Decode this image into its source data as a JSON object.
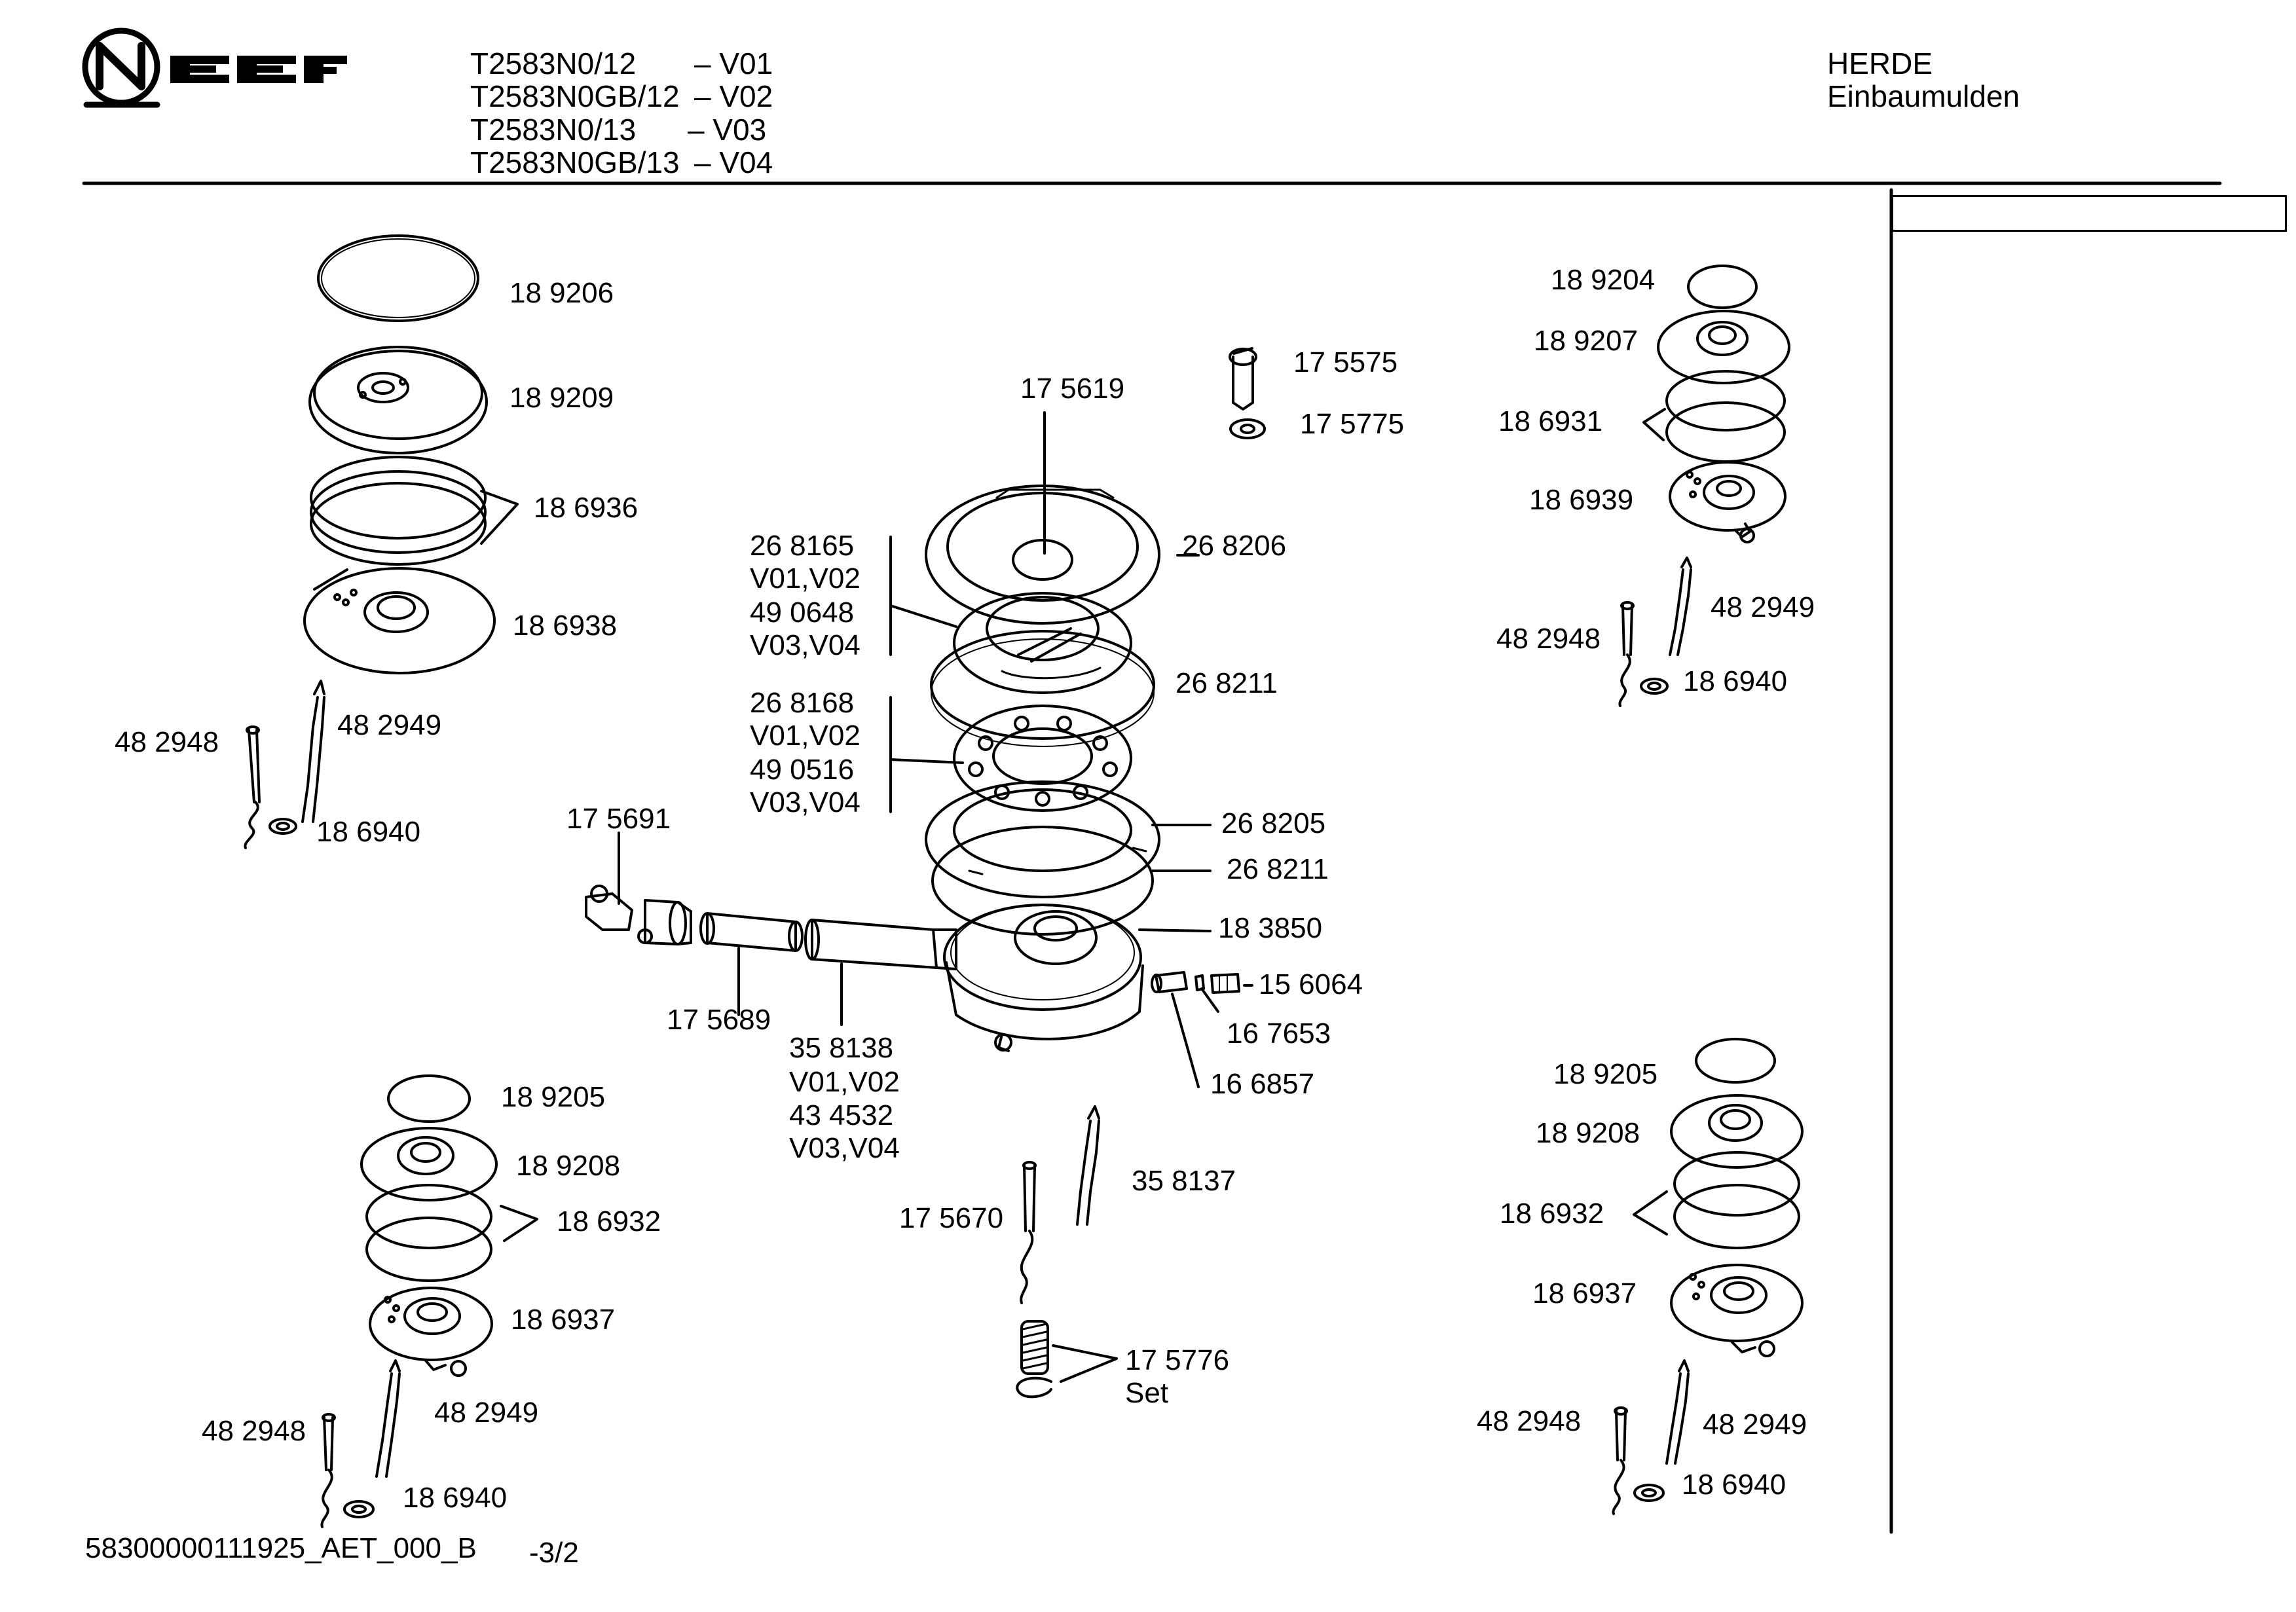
{
  "header": {
    "brand": "NEFF",
    "models": [
      {
        "model": "T2583N0/12",
        "version": "– V01"
      },
      {
        "model": "T2583N0GB/12",
        "version": "– V02"
      },
      {
        "model": "T2583N0/13",
        "version": "– V03"
      },
      {
        "model": "T2583N0GB/13",
        "version": "– V04"
      }
    ],
    "category": "HERDE",
    "subcategory": "Einbaumulden"
  },
  "labels": {
    "p189206": "18 9206",
    "p189209": "18 9209",
    "p186936": "18 6936",
    "p186938": "18 6938",
    "tl_482948": "48 2948",
    "tl_482949": "48 2949",
    "tl_186940": "18 6940",
    "p175575": "17 5575",
    "p175775": "17 5775",
    "p175619": "17 5619",
    "p268165": "26 8165",
    "v0102a": "V01,V02",
    "p490648": "49 0648",
    "v0304a": "V03,V04",
    "p268206": "26 8206",
    "p268211a": "26 8211",
    "p268168": "26 8168",
    "v0102b": "V01,V02",
    "p490516": "49 0516",
    "v0304b": "V03,V04",
    "p268205": "26 8205",
    "p268211b": "26 8211",
    "p175691": "17 5691",
    "p183850": "18 3850",
    "p156064": "15 6064",
    "p167653": "16 7653",
    "p166857": "16 6857",
    "p175689": "17 5689",
    "p358138": "35 8138",
    "v0102c": "V01,V02",
    "p434532": "43 4532",
    "v0304c": "V03,V04",
    "p358137": "35 8137",
    "p175670": "17 5670",
    "p175776": "17 5776",
    "set": "Set",
    "tr_189204": "18 9204",
    "tr_189207": "18 9207",
    "tr_186931": "18 6931",
    "tr_186939": "18 6939",
    "tr_482949": "48 2949",
    "tr_482948": "48 2948",
    "tr_186940": "18 6940",
    "bl_189205": "18 9205",
    "bl_189208": "18 9208",
    "bl_186932": "18 6932",
    "bl_186937": "18 6937",
    "bl_482949": "48 2949",
    "bl_482948": "48 2948",
    "bl_186940": "18 6940",
    "br_189205": "18 9205",
    "br_189208": "18 9208",
    "br_186932": "18 6932",
    "br_186937": "18 6937",
    "br_482948": "48 2948",
    "br_482949": "48 2949",
    "br_186940": "18 6940"
  },
  "footer": {
    "doc_id": "58300000111925_AET_000_B",
    "page": "-3/2"
  }
}
